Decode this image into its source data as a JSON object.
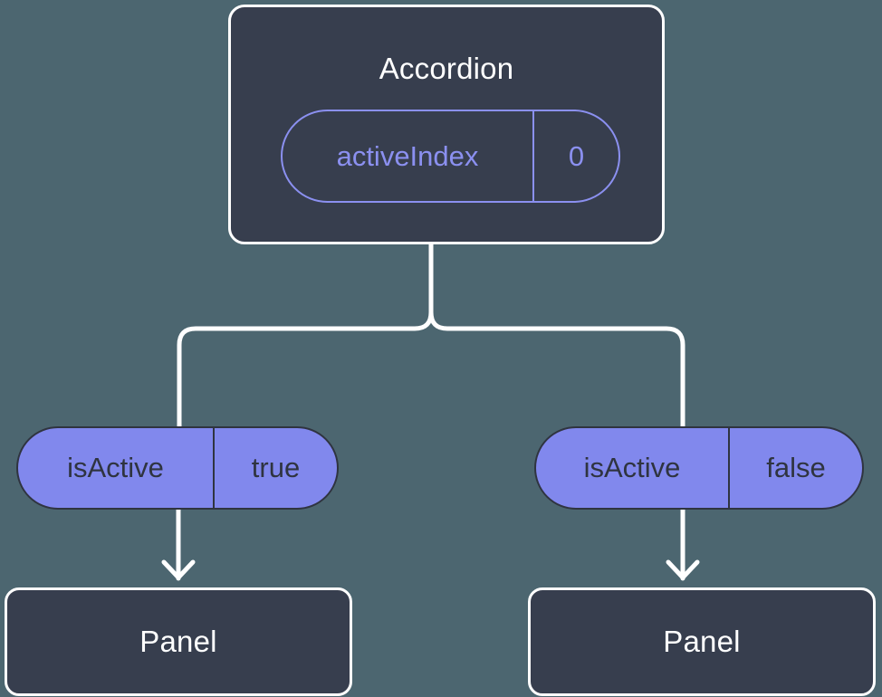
{
  "diagram": {
    "type": "component-state-tree",
    "background_color": "#4c6670",
    "nodes": {
      "root": {
        "title": "Accordion",
        "card_color": "#373e4e",
        "border_color": "#ffffff",
        "title_color": "#ffffff",
        "prop": {
          "key": "activeIndex",
          "value": "0",
          "accent_color": "#8b90f0",
          "style": "outline"
        }
      },
      "children": [
        {
          "prop": {
            "key": "isActive",
            "value": "true",
            "fill_color": "#8188ed",
            "text_color": "#2f3440",
            "style": "filled"
          },
          "panel": {
            "title": "Panel",
            "card_color": "#373e4e",
            "border_color": "#ffffff",
            "title_color": "#ffffff"
          }
        },
        {
          "prop": {
            "key": "isActive",
            "value": "false",
            "fill_color": "#8188ed",
            "text_color": "#2f3440",
            "style": "filled"
          },
          "panel": {
            "title": "Panel",
            "card_color": "#373e4e",
            "border_color": "#ffffff",
            "title_color": "#ffffff"
          }
        }
      ]
    },
    "connectors": {
      "line_color": "#ffffff",
      "line_width": 5,
      "fork_from": "root",
      "arrow_heads": 2
    }
  }
}
